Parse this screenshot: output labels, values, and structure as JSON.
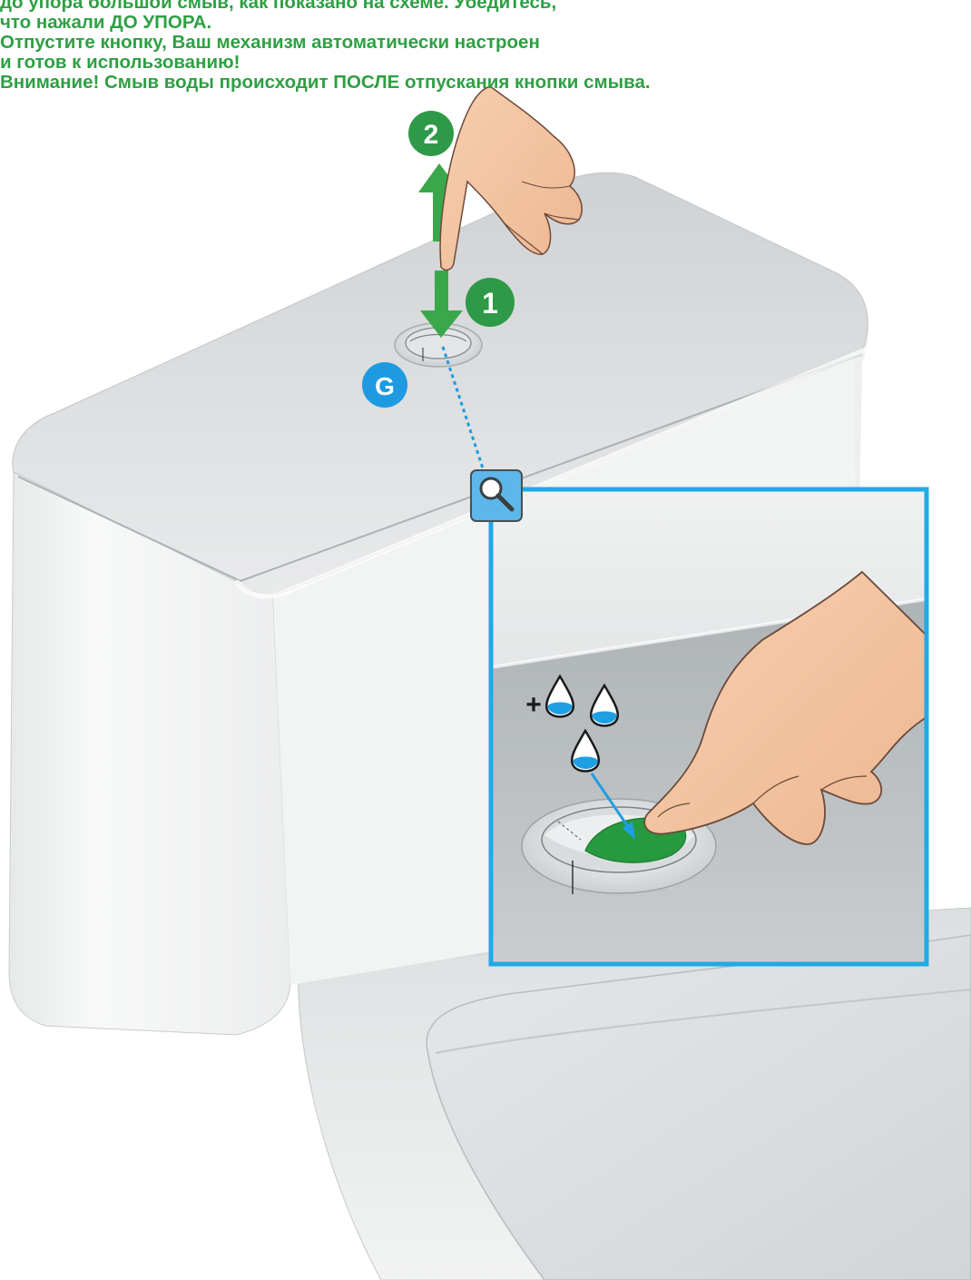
{
  "instructions": {
    "lines": [
      "до упора большой смыв, как показано на схеме. Убедитесь,",
      "что нажали ДО УПОРА.",
      "Отпустите кнопку, Ваш механизм автоматически настроен",
      "и готов к использованию!",
      "Внимание! Смыв воды происходит ПОСЛЕ отпускания кнопки смыва."
    ]
  },
  "markers": {
    "step_press": "1",
    "step_release": "2",
    "part_label": "G"
  },
  "zoom_inset": {
    "icon": "magnifier-icon",
    "water_symbol": "+"
  },
  "colors": {
    "instruction_text": "#2ea043",
    "step_badge": "#2e9a48",
    "part_badge": "#1e9be0",
    "inset_border": "#22a9e6",
    "button_pressed": "#27993e",
    "water_drop": "#1f9fe3"
  }
}
